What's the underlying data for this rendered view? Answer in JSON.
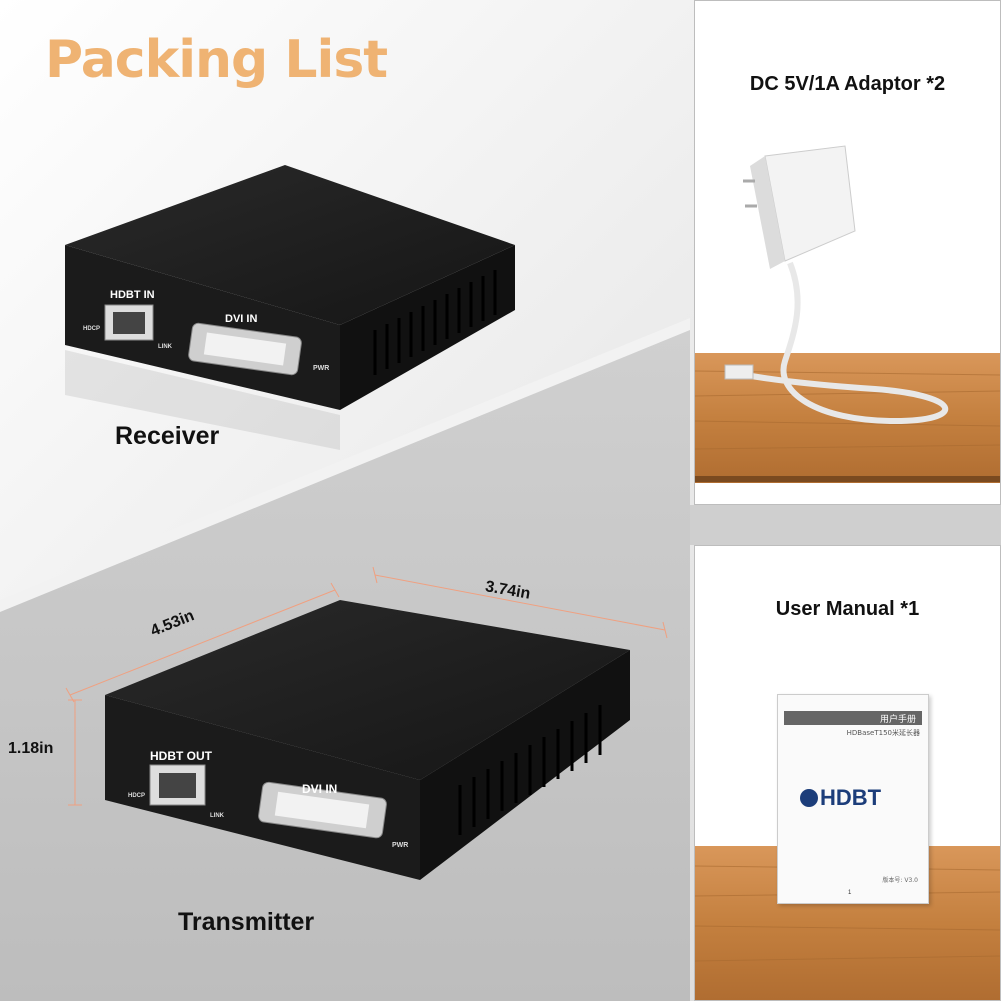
{
  "title": "Packing List",
  "devices": {
    "receiver": {
      "label": "Receiver",
      "port_left": "HDBT IN",
      "port_right": "DVI IN",
      "hdcp": "HDCP",
      "link": "LINK",
      "pwr": "PWR"
    },
    "transmitter": {
      "label": "Transmitter",
      "port_left": "HDBT OUT",
      "port_right": "DVI IN",
      "hdcp": "HDCP",
      "link": "LINK",
      "pwr": "PWR"
    }
  },
  "dimensions": {
    "length": "4.53in",
    "width": "3.74in",
    "height": "1.18in"
  },
  "accessories": [
    {
      "label": "DC 5V/1A Adaptor *2"
    },
    {
      "label": "User Manual *1"
    }
  ],
  "manual": {
    "header": "用户手册",
    "subtitle": "HDBaseT150米延长器",
    "logo": "HDBT",
    "version": "版本号:  V3.0",
    "page": "1"
  },
  "colors": {
    "title": "#efb373",
    "dimension_line": "#f0a080",
    "device_body": "#1b1b1b",
    "wood": "#c88445"
  }
}
